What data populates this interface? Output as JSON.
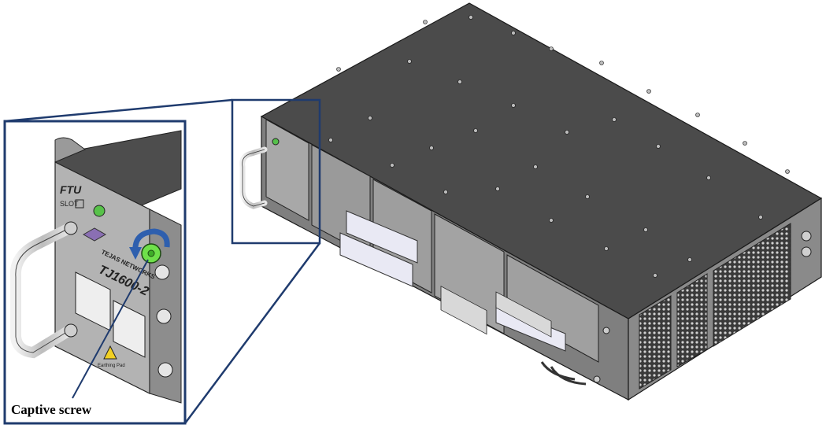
{
  "figure": {
    "callout_label": "Captive screw",
    "device_model": "TJ1600-2",
    "module_label": "FTU",
    "slot_label": "SLOT",
    "brand_text": "TEJAS NETWORKS",
    "grounding_label": "Earthing Pad"
  },
  "colors": {
    "frame": "#1f3b6e",
    "chassis_top": "#4a4a4a",
    "chassis_front": "#8c8c8c",
    "screw_highlight": "#6fe04a",
    "rotate_arrow": "#2e5fae"
  }
}
